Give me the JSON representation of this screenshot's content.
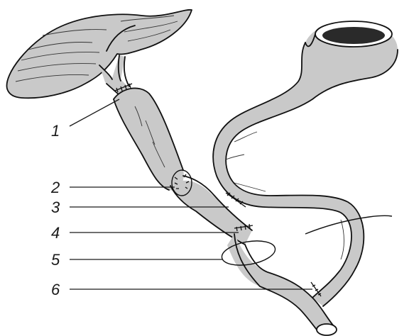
{
  "figure": {
    "background": "#ffffff",
    "ink": "#1a1a1a",
    "tissue_fill": "#c9c9c9",
    "callouts": [
      {
        "id": "1",
        "label": "1"
      },
      {
        "id": "2",
        "label": "2"
      },
      {
        "id": "3",
        "label": "3"
      },
      {
        "id": "4",
        "label": "4"
      },
      {
        "id": "5",
        "label": "5"
      },
      {
        "id": "6",
        "label": "6"
      }
    ]
  }
}
